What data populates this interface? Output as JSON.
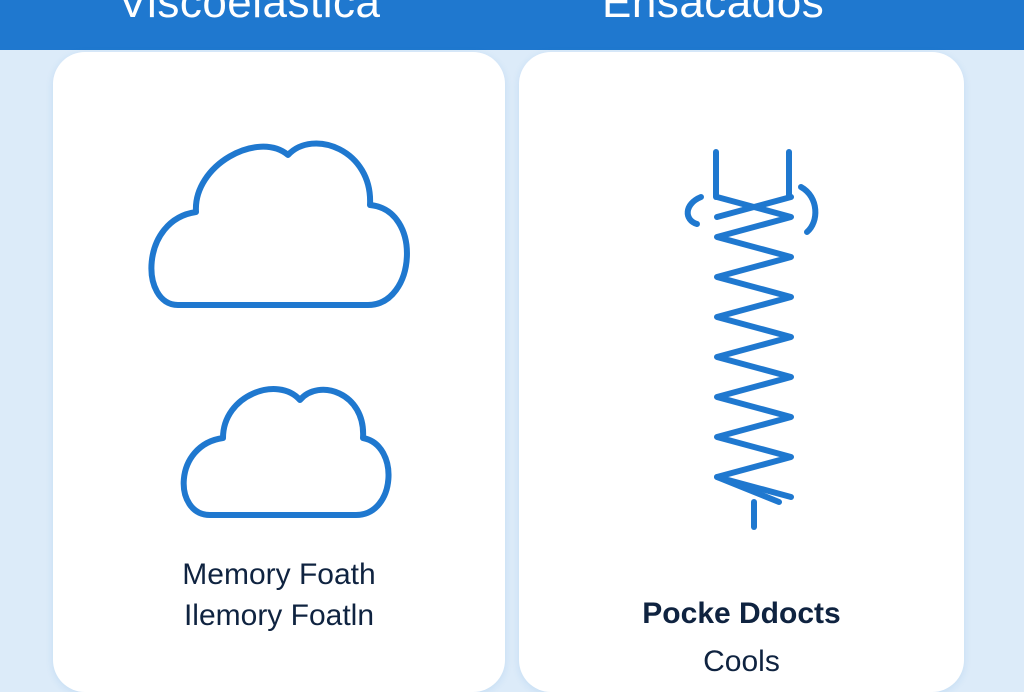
{
  "header": {
    "left_title": "Viscoelastica",
    "right_title": "Ensacados"
  },
  "left_card": {
    "icon": "cloud-icon",
    "label_line1": "Memory Foath",
    "label_line2": "Ilemory Foatln"
  },
  "right_card": {
    "icon": "spring-coil-icon",
    "label_line1": "Pocke Ddocts",
    "label_line2": "Cools"
  },
  "colors": {
    "accent": "#1f78cf",
    "background": "#dcebf9",
    "card": "#ffffff",
    "text": "#0f2340"
  }
}
